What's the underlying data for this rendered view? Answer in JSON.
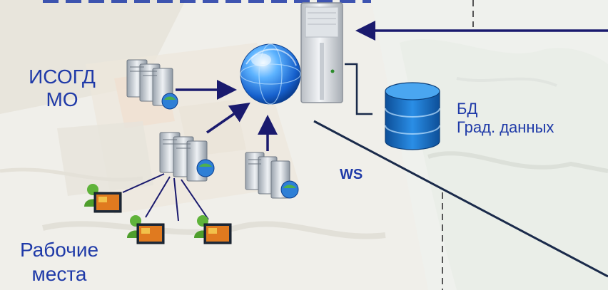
{
  "labels": {
    "isogd_line1": "ИСОГД",
    "isogd_line2": "МО",
    "db_line1": "БД",
    "db_line2": "Град. данных",
    "ws": "WS",
    "workplaces_line1": "Рабочие",
    "workplaces_line2": "места"
  },
  "icons": {
    "central_server": "tower-server-icon",
    "globe": "globe-icon",
    "database": "database-icon",
    "server_cluster": "server-cluster-icon",
    "workstation": "user-workstation-icon"
  },
  "colors": {
    "arrow": "#1a1a6e",
    "text": "#1f3aa8",
    "globe": "#1e6fd8",
    "database": "#1a73c9",
    "line_dark": "#1a2a4a"
  }
}
